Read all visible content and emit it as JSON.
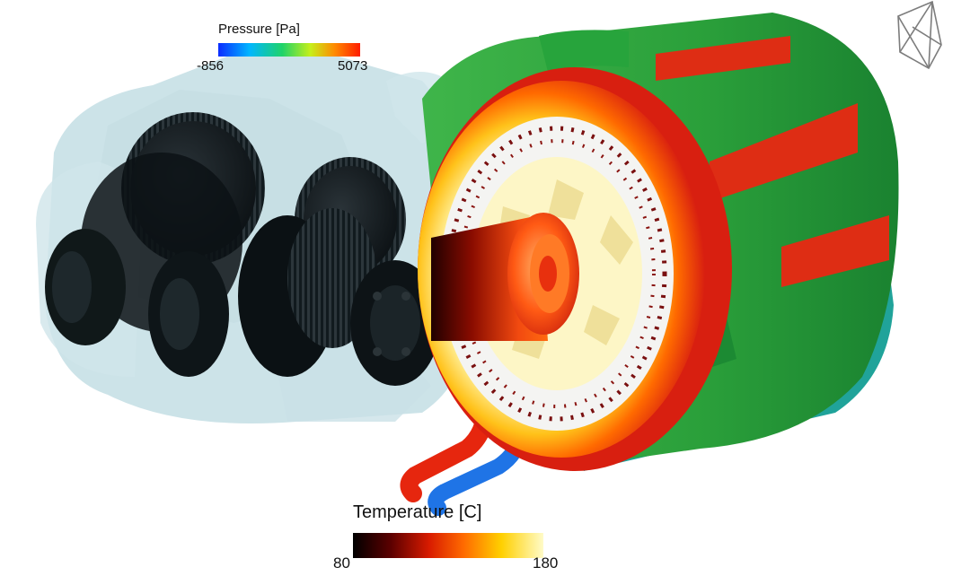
{
  "legends": {
    "pressure": {
      "title": "Pressure [Pa]",
      "min": "-856",
      "max": "5073",
      "colors": [
        "#0a2cff",
        "#00b6ff",
        "#1fd36a",
        "#c6ef1a",
        "#ff8a00",
        "#ff1d00"
      ]
    },
    "temperature": {
      "title": "Temperature [C]",
      "min": "80",
      "max": "180",
      "colors": [
        "#000000",
        "#5c0000",
        "#d81b00",
        "#ff6a00",
        "#ffd000",
        "#fffbc8"
      ]
    }
  },
  "scene": {
    "housing_color": "#4f9cae",
    "gear_color": "#0f1518",
    "stator_colors": [
      "#d81f10",
      "#ff5a00",
      "#ffb200",
      "#fff6a8"
    ],
    "cage_color": "#1f9b3b",
    "cage_accent": "#de2d14",
    "coolant_hot": "#e6260e",
    "coolant_cold": "#1f74e6",
    "cage_lower": "#20a39a"
  }
}
